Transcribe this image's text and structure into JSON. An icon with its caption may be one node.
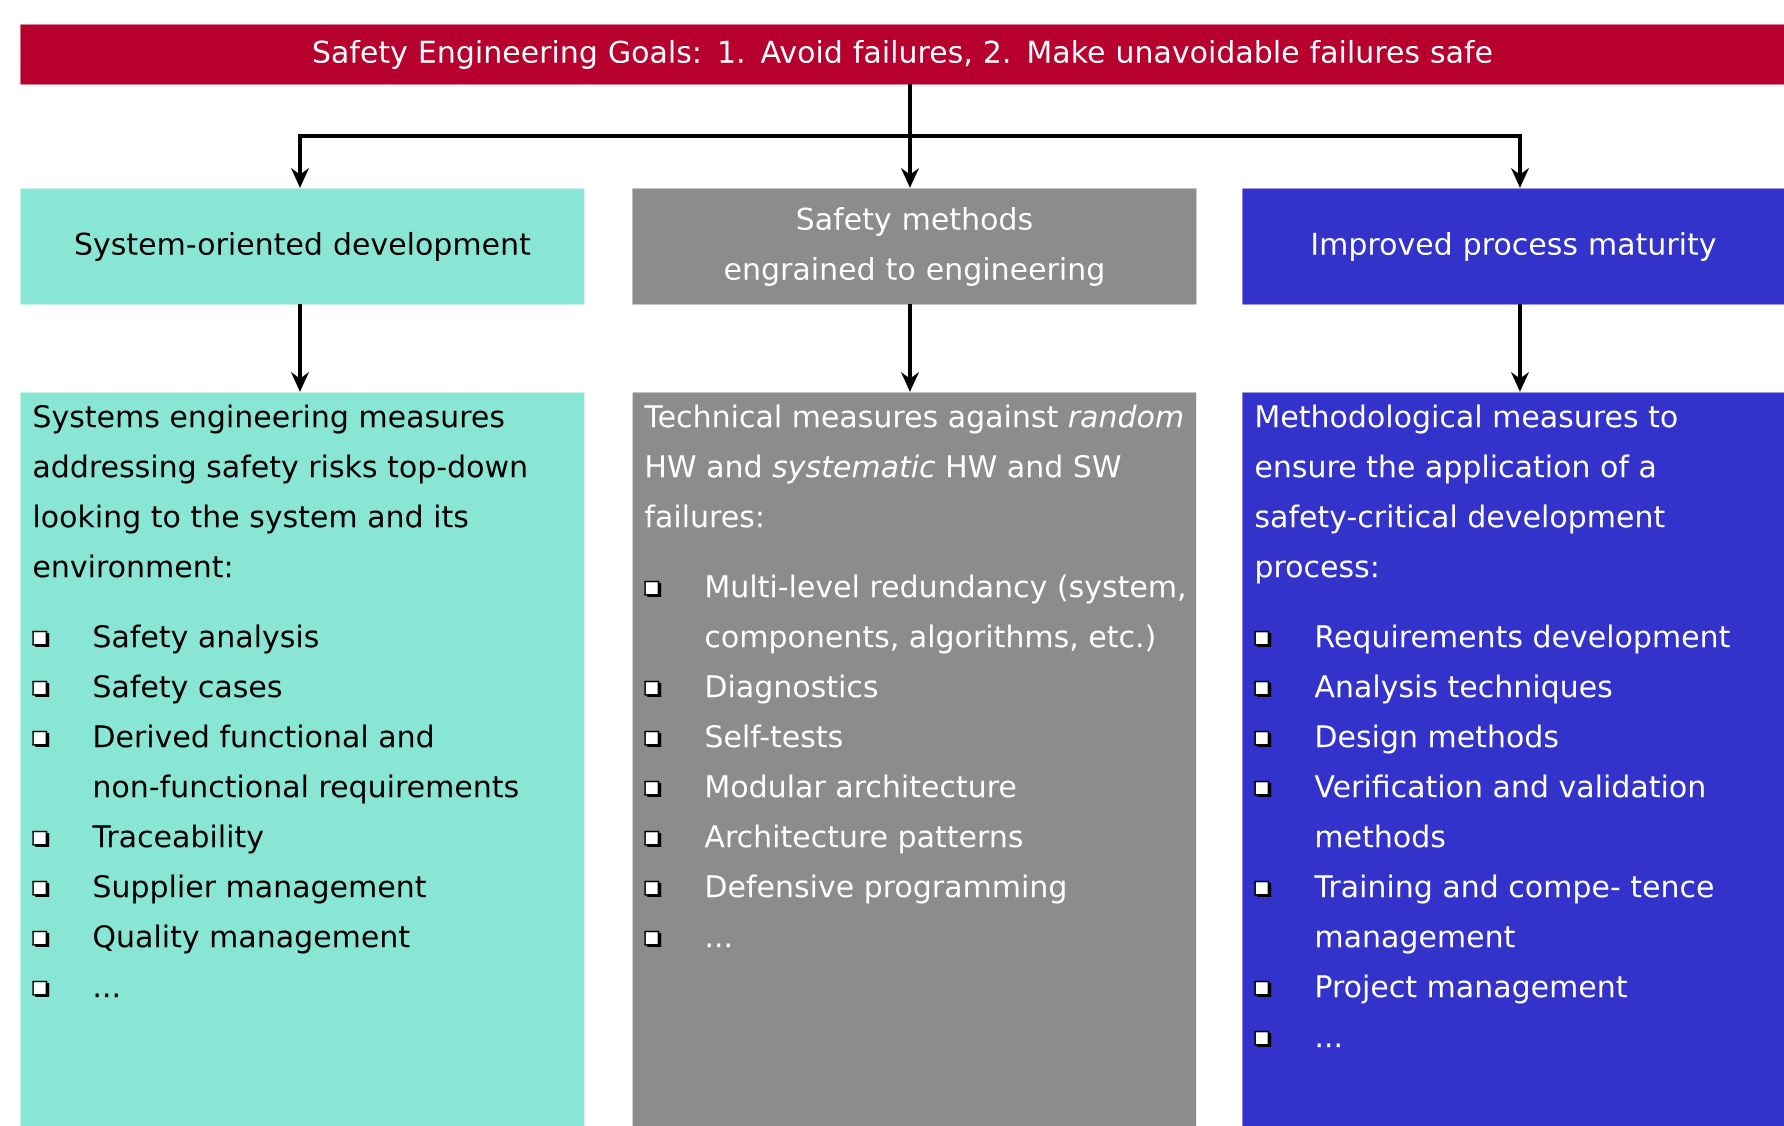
{
  "diagram": {
    "nodes": [
      {
        "text": [
          "Safety Engineering Goals: 1. Avoid failures, 2. Make unavoidable failures safe"
        ]
      },
      {
        "text": [
          "System-oriented development"
        ]
      },
      {
        "text": [
          "Safety methods engrained to engineering"
        ]
      },
      {
        "text": [
          "Improved process maturity"
        ]
      },
      {
        "text": [
          "Systems engineering measures addressing safety risks top-down looking to the system and its environment:",
          "Safety analysis",
          "Safety cases",
          "Derived functional and non-functional requirements",
          "Traceability",
          "Supplier management",
          "Quality management",
          "..."
        ]
      },
      {
        "text": [
          "Technical measures against *random* HW and *systematic* HW and SW failures:",
          "Multi-level redundancy (system, components, algorithms, etc.)",
          "Diagnostics",
          "Self-tests",
          "Modular architecture",
          "Architecture patterns",
          "Defensive programming",
          "..."
        ]
      },
      {
        "text": [
          "Methodological measures to ensure the application of a safety-critical development process:",
          "Requirements development",
          "Analysis techniques",
          "Design methods",
          "Verification and validation methods",
          "Training and compe- tence management",
          "Project management",
          "..."
        ]
      }
    ],
    "edges": [
      {
        "from": 0,
        "to": 1,
        "arrow": "to"
      },
      {
        "from": 0,
        "to": 2,
        "arrow": "to"
      },
      {
        "from": 0,
        "to": 3,
        "arrow": "to"
      },
      {
        "from": 1,
        "to": 4,
        "arrow": "to"
      },
      {
        "from": 2,
        "to": 5,
        "arrow": "to"
      },
      {
        "from": 3,
        "to": 6,
        "arrow": "to"
      }
    ]
  }
}
